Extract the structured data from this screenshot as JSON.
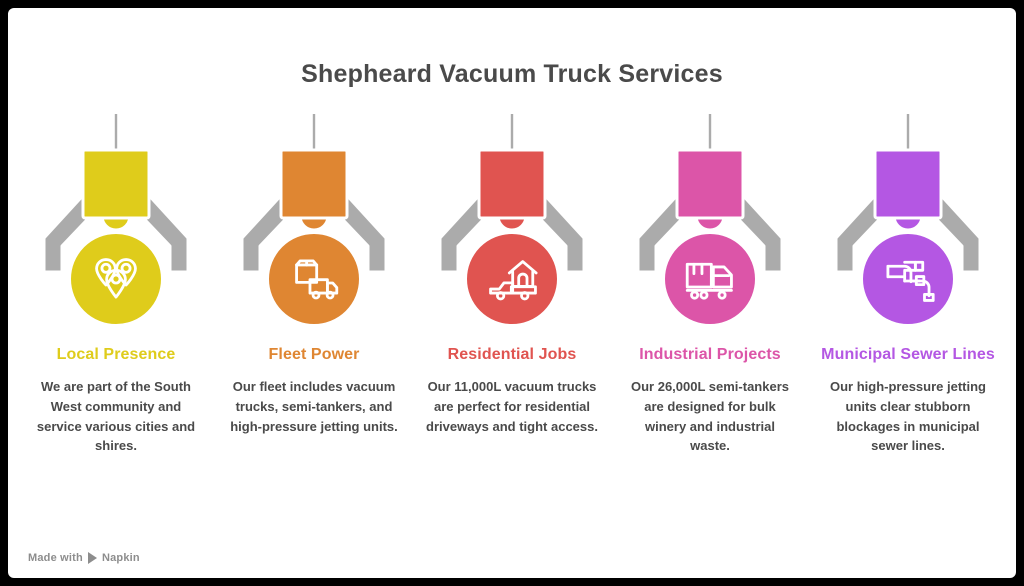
{
  "title": "Shepheard Vacuum Truck Services",
  "watermark": {
    "prefix": "Made with",
    "brand": "Napkin",
    "logo_icon": "play-triangle-icon"
  },
  "columns": [
    {
      "heading": "Local Presence",
      "body": "We are part of the South West community and service various cities and shires.",
      "color": "#DFCC1B",
      "icon": "map-pins-icon"
    },
    {
      "heading": "Fleet Power",
      "body": "Our fleet includes vacuum trucks, semi-tankers, and high-pressure jetting units.",
      "color": "#DF8632",
      "icon": "box-delivery-truck-icon"
    },
    {
      "heading": "Residential Jobs",
      "body": "Our 11,000L vacuum trucks are perfect for residential driveways and tight access.",
      "color": "#E05450",
      "icon": "house-truck-icon"
    },
    {
      "heading": "Industrial Projects",
      "body": "Our 26,000L semi-tankers are designed for bulk winery and industrial waste.",
      "color": "#DC55A8",
      "icon": "semi-truck-icon"
    },
    {
      "heading": "Municipal Sewer Lines",
      "body": "Our high-pressure jetting units clear stubborn blockages in municipal sewer lines.",
      "color": "#B457E3",
      "icon": "pipe-bend-icon"
    }
  ],
  "theme": {
    "background": "#FFFFFF",
    "frame": "#000000",
    "arm_gray": "#ABABAB",
    "text_gray": "#4A4A4A",
    "watermark_gray": "#8D8D8D"
  }
}
